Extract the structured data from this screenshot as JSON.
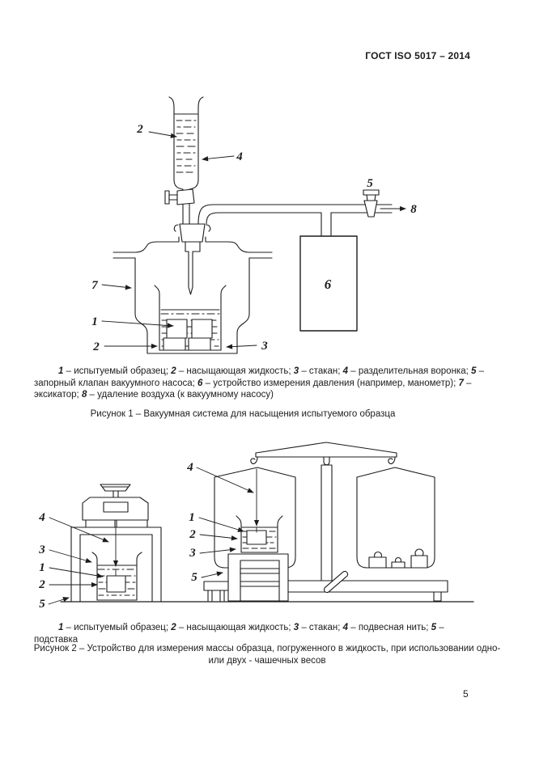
{
  "page": {
    "number": "5",
    "paper_color": "#ffffff",
    "ink_color": "#1c1c1c"
  },
  "header": {
    "title": "ГОСТ ISO 5017 – 2014"
  },
  "figure1": {
    "marks": [
      "2",
      "4",
      "5",
      "8",
      "7",
      "1",
      "2",
      "3",
      "6"
    ],
    "legend": [
      {
        "n": "1",
        "t": " – испытуемый образец; "
      },
      {
        "n": "2",
        "t": " – насыщающая жидкость; "
      },
      {
        "n": "3",
        "t": " – стакан; "
      },
      {
        "n": "4",
        "t": " – разделительная воронка; "
      },
      {
        "n": "5",
        "t": " – запорный клапан вакуумного насоса; "
      },
      {
        "n": "6",
        "t": " – устройство измерения давления (например, манометр); "
      },
      {
        "n": "7",
        "t": " – эксикатор; "
      },
      {
        "n": "8",
        "t": " – удаление воздуха (к вакуумному насосу)"
      }
    ],
    "caption": "Рисунок 1 – Вакуумная система для насыщения испытуемого образца"
  },
  "figure2": {
    "marks": [
      "4",
      "3",
      "1",
      "2",
      "5",
      "4",
      "1",
      "2",
      "3",
      "5"
    ],
    "legend": [
      {
        "n": "1",
        "t": " – испытуемый образец; "
      },
      {
        "n": "2",
        "t": " – насыщающая жидкость; "
      },
      {
        "n": "3",
        "t": " – стакан; "
      },
      {
        "n": "4",
        "t": " – подвесная нить; "
      },
      {
        "n": "5",
        "t": " – подставка"
      }
    ],
    "caption": "Рисунок 2 – Устройство для измерения массы образца, погруженного в жидкость, при использовании одно- или двух - чашечных весов"
  }
}
